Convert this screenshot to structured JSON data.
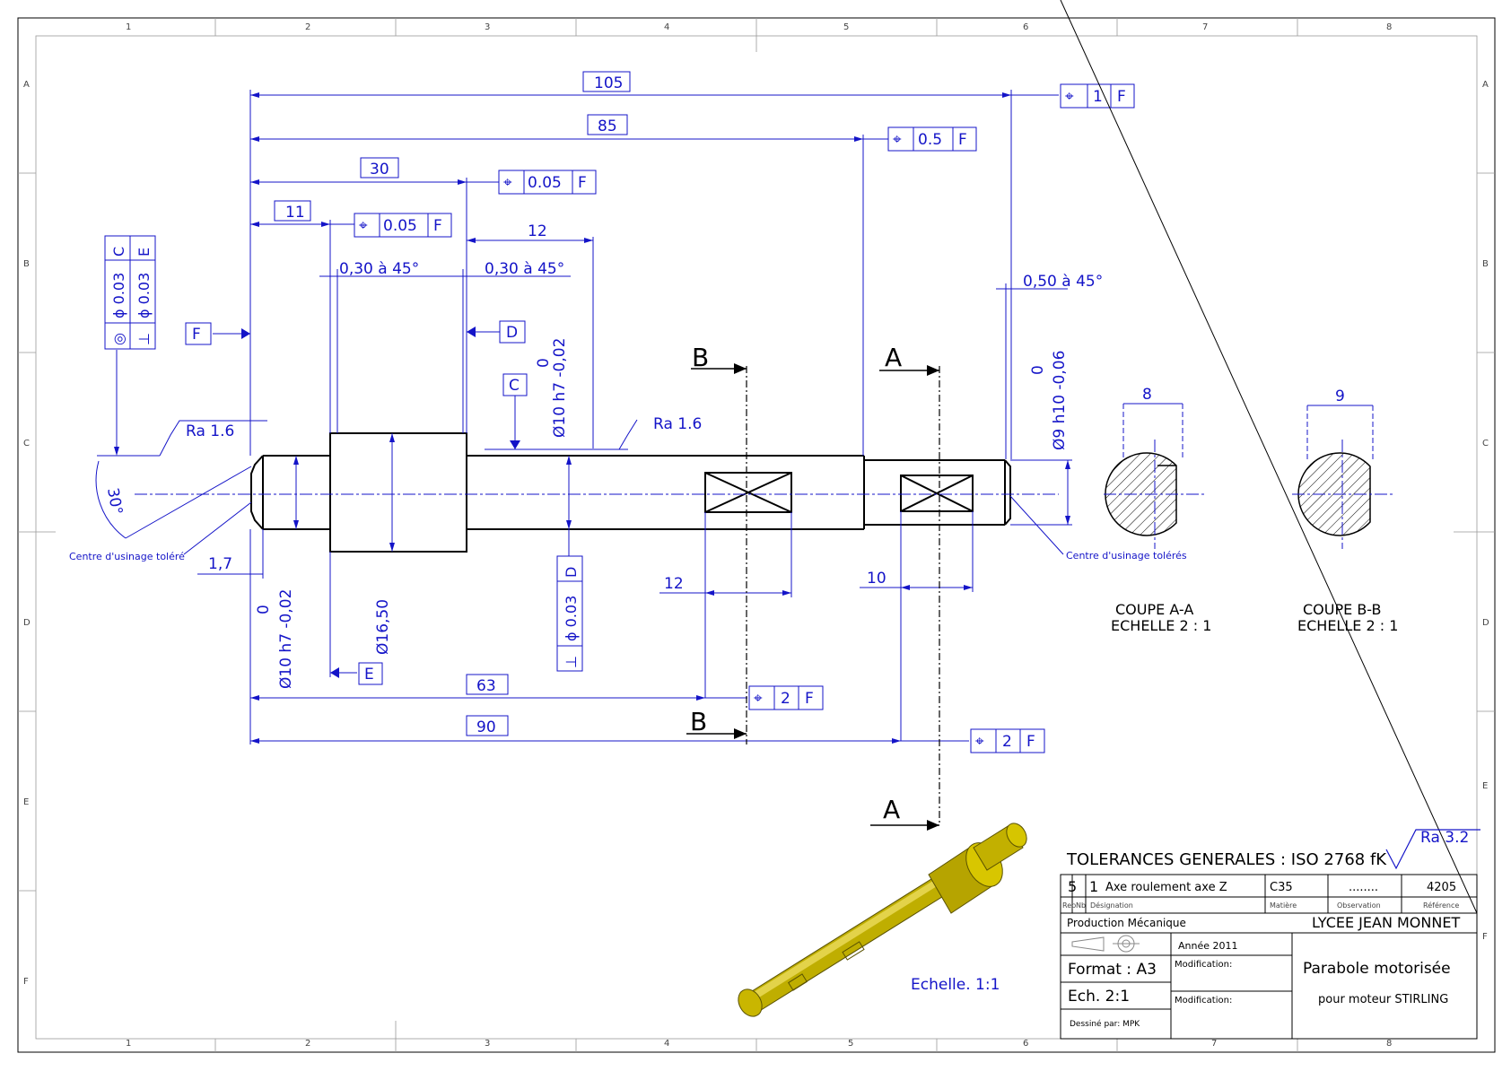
{
  "grid": {
    "columns": [
      "1",
      "2",
      "3",
      "4",
      "5",
      "6",
      "7",
      "8"
    ],
    "rows": [
      "A",
      "B",
      "C",
      "D",
      "E",
      "F"
    ]
  },
  "dimensions": {
    "d105": "105",
    "d85": "85",
    "d30": "30",
    "d11": "11",
    "d12_top": "12",
    "d63": "63",
    "d90": "90",
    "d12_bottom": "12",
    "d10": "10",
    "d1_7": "1,7",
    "d8": "8",
    "d9": "9",
    "dia16": "Ø16,50",
    "dia10_left": "Ø10 h7 -0,02",
    "dia10_left_upper": "0",
    "dia10_mid": "Ø10 h7 -0,02",
    "dia10_mid_upper": "0",
    "dia9": "Ø9 h10 -0,06",
    "dia9_upper": "0",
    "angle30": "30°"
  },
  "chamfers": {
    "c1": "0,30 à 45°",
    "c2": "0,30 à 45°",
    "c3": "0,50 à 45°"
  },
  "tolerance_frames": {
    "t105": {
      "symbol": "⌖",
      "value": "1",
      "datum": "F"
    },
    "t85": {
      "symbol": "⌖",
      "value": "0.5",
      "datum": "F"
    },
    "t30": {
      "symbol": "⌖",
      "value": "0.05",
      "datum": "F"
    },
    "t11": {
      "symbol": "⌖",
      "value": "0.05",
      "datum": "F"
    },
    "t63": {
      "symbol": "⌖",
      "value": "2",
      "datum": "F"
    },
    "t90": {
      "symbol": "⌖",
      "value": "2",
      "datum": "F"
    },
    "left_conc": {
      "symbol": "◎",
      "value": "ϕ 0.03",
      "datum": "C"
    },
    "left_perp": {
      "symbol": "⊥",
      "value": "ϕ 0.03",
      "datum": "E"
    },
    "mid_perp": {
      "symbol": "⊥",
      "value": "ϕ 0.03",
      "datum": "D"
    }
  },
  "datums": {
    "F": "F",
    "D": "D",
    "C": "C",
    "E": "E"
  },
  "roughness": {
    "r1": "Ra 1.6",
    "r2": "Ra 1.6",
    "general": "Ra 3.2"
  },
  "notes": {
    "centre_left": "Centre d'usinage toléré",
    "centre_right": "Centre d'usinage tolérés",
    "echelle_iso": "Echelle. 1:1"
  },
  "sections": {
    "A_title": "COUPE A-A",
    "A_scale": "ECHELLE 2 : 1",
    "B_title": "COUPE B-B",
    "B_scale": "ECHELLE 2 : 1",
    "A_label": "A",
    "B_label": "B"
  },
  "title_block": {
    "general_tol": "TOLERANCES GENERALES : ISO 2768 fK",
    "rep": "5",
    "nb": "1",
    "designation": "Axe roulement axe Z",
    "matiere": "C35",
    "observation": "........",
    "reference": "4205",
    "h_rep": "Rep",
    "h_nb": "Nb",
    "h_designation": "Désignation",
    "h_matiere": "Matière",
    "h_observation": "Observation",
    "h_reference": "Référence",
    "production": "Production Mécanique",
    "school": "LYCEE JEAN MONNET",
    "annee": "Année 2011",
    "modification1": "Modification:",
    "modification2": "Modification:",
    "format": "Format : A3",
    "ech": "Ech. 2:1",
    "dessine": "Dessiné par: MPK",
    "title1": "Parabole motorisée",
    "title2": "pour moteur STIRLING"
  },
  "colors": {
    "dimension": "#1414c8",
    "part": "#000000",
    "iso_part": "#c8b400"
  }
}
